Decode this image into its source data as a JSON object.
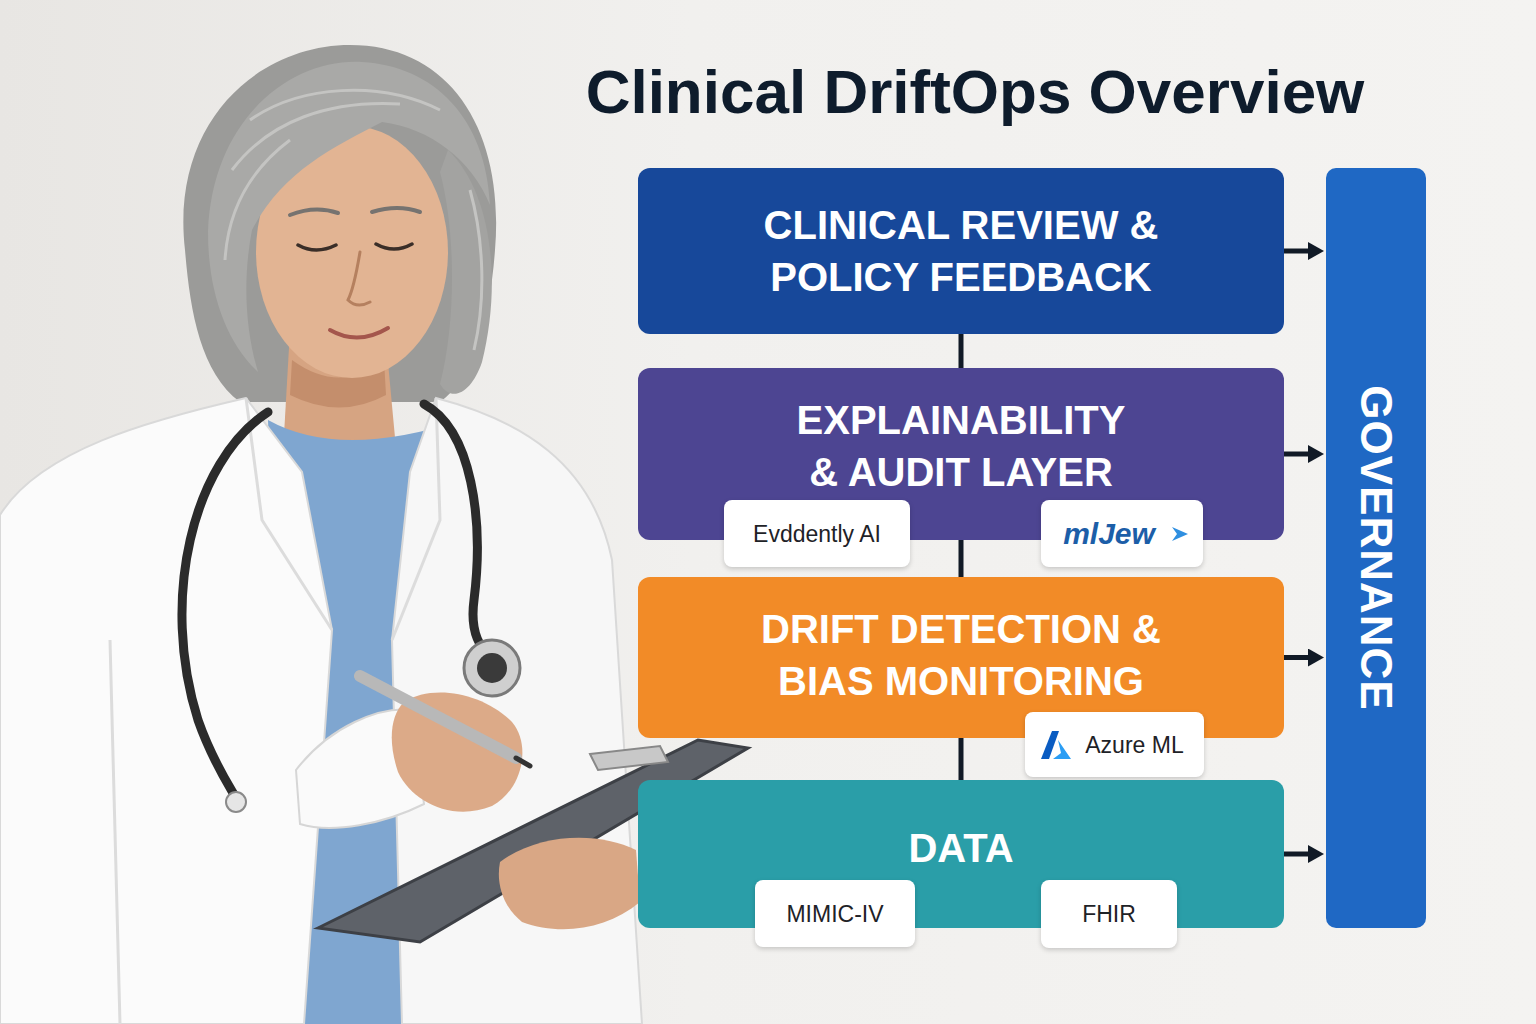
{
  "diagram": {
    "title": "Clinical DriftOps Overview",
    "nodes": [
      {
        "text": [
          "CLINICAL REVIEW & POLICY FEEDBACK"
        ]
      },
      {
        "text": [
          "EXPLAINABILITY & AUDIT LAYER"
        ]
      },
      {
        "text": [
          "Evddently AI"
        ],
        "in": 1
      },
      {
        "text": [
          "mlJew"
        ],
        "in": 1
      },
      {
        "text": [
          "DRIFT DETECTION & BIAS MONITORING"
        ]
      },
      {
        "text": [
          "Azure ML"
        ],
        "in": 4
      },
      {
        "text": [
          "DATA"
        ]
      },
      {
        "text": [
          "MIMIC-IV"
        ],
        "in": 6
      },
      {
        "text": [
          "FHIR"
        ],
        "in": 6
      },
      {
        "text": [
          "GOVERNANCE"
        ]
      }
    ],
    "edges": [
      {
        "from": 0,
        "to": 1,
        "arrow": "none"
      },
      {
        "from": 1,
        "to": 4,
        "arrow": "none"
      },
      {
        "from": 4,
        "to": 6,
        "arrow": "none"
      },
      {
        "from": 0,
        "to": 9,
        "arrow": "to"
      },
      {
        "from": 1,
        "to": 9,
        "arrow": "to"
      },
      {
        "from": 4,
        "to": 9,
        "arrow": "to"
      },
      {
        "from": 6,
        "to": 9,
        "arrow": "to"
      }
    ]
  }
}
